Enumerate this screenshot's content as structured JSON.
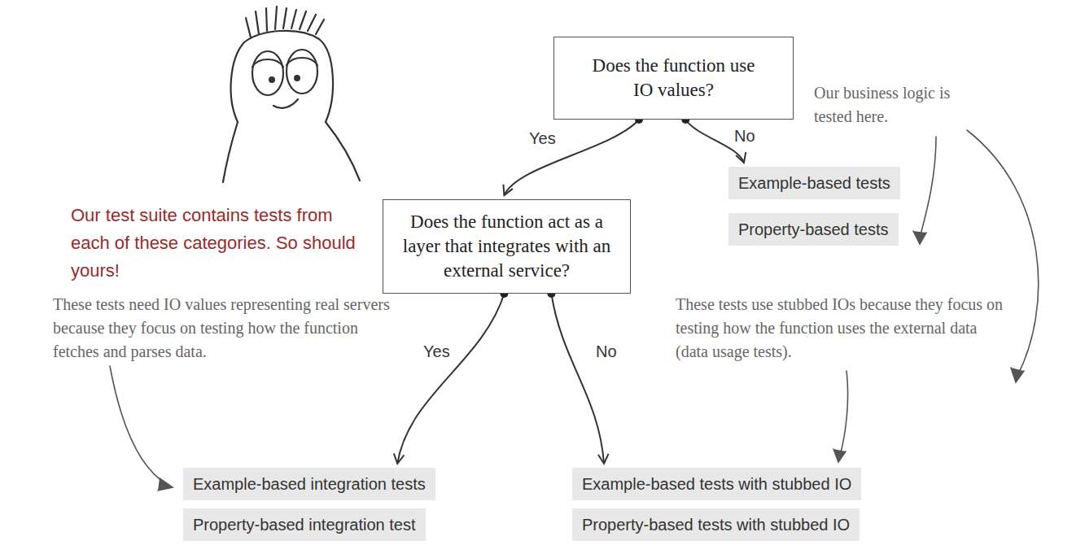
{
  "diagram": {
    "nodes": [
      {
        "text": [
          "Does the function use IO values?"
        ]
      },
      {
        "text": [
          "Does the function act as a layer that integrates with an external service?"
        ]
      },
      {
        "text": [
          "Example-based tests"
        ]
      },
      {
        "text": [
          "Property-based tests"
        ]
      },
      {
        "text": [
          "Example-based integration tests"
        ]
      },
      {
        "text": [
          "Property-based integration test"
        ]
      },
      {
        "text": [
          "Example-based tests with stubbed IO"
        ]
      },
      {
        "text": [
          "Property-based tests with stubbed IO"
        ]
      }
    ],
    "edges": [
      {
        "from": 0,
        "to": 1,
        "label": "Yes",
        "arrow": "to"
      },
      {
        "from": 0,
        "to": 2,
        "label": "No",
        "arrow": "to"
      },
      {
        "from": 1,
        "to": 4,
        "label": "Yes",
        "arrow": "to"
      },
      {
        "from": 1,
        "to": 6,
        "label": "No",
        "arrow": "to"
      }
    ],
    "labels": [
      "Our test suite contains tests from each of these categories. So should yours!",
      "Our business logic is tested here.",
      "These tests need IO values representing real servers because they focus on testing how the function fetches and parses data.",
      "These tests use stubbed IOs because they focus on testing how the function uses the external data (data usage tests)."
    ]
  }
}
